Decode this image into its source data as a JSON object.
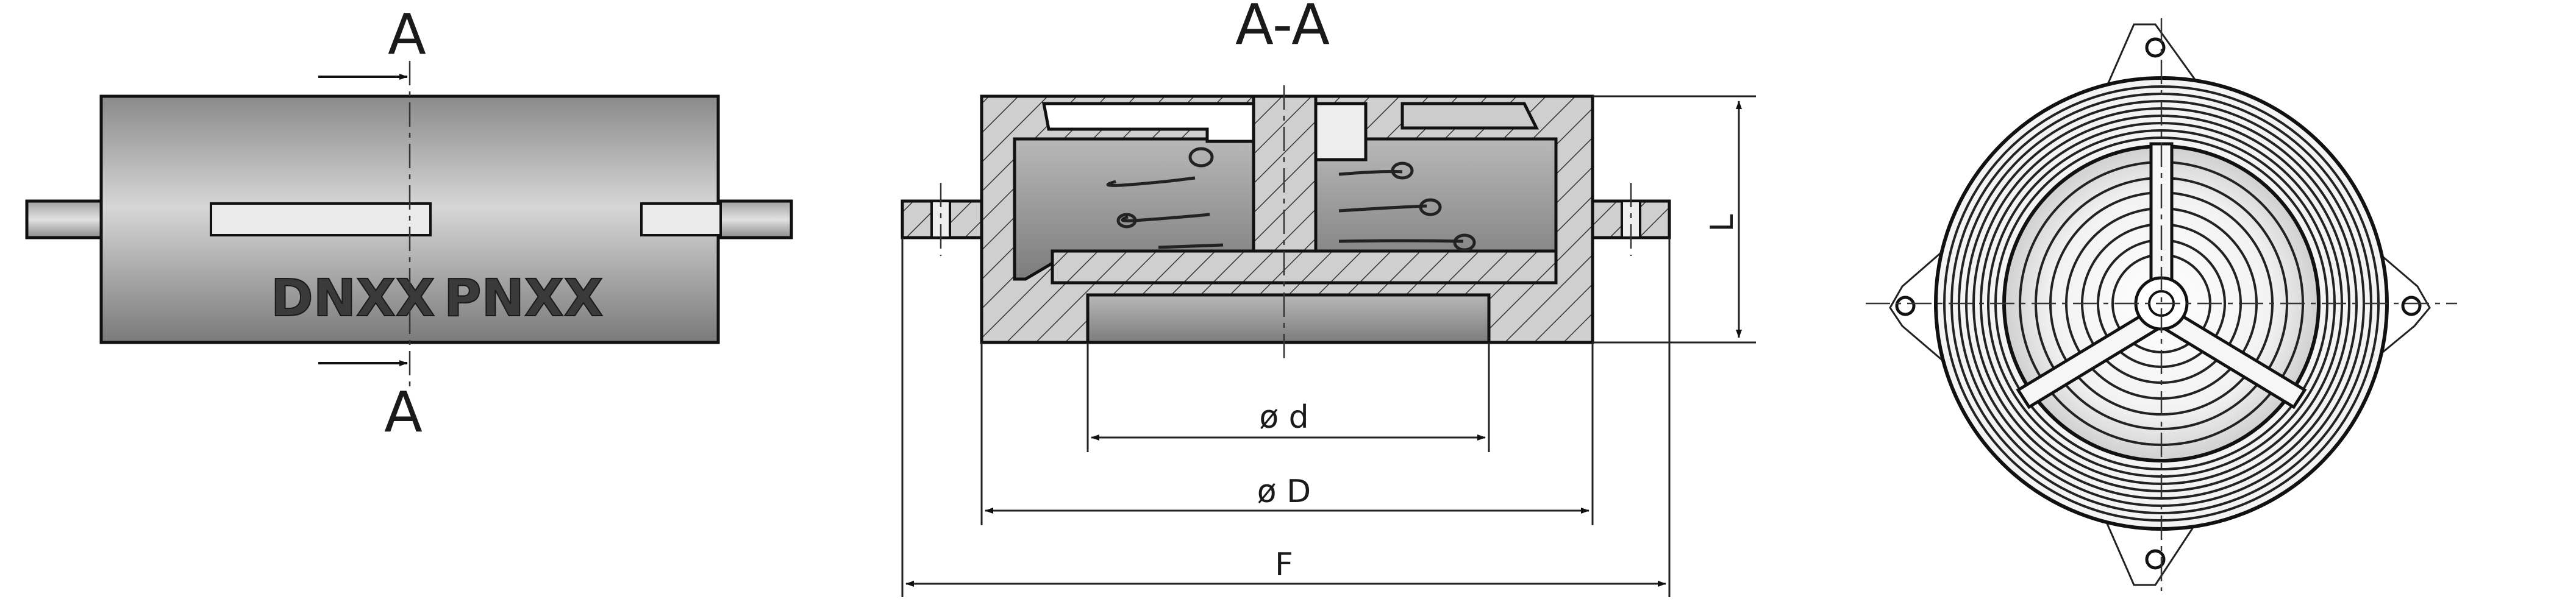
{
  "side_view": {
    "section_marker_top": "A",
    "section_marker_bottom": "A",
    "marking_dn": "DNXX",
    "marking_pn": "PNXX"
  },
  "section_view": {
    "title": "A-A",
    "dim_small_diameter": "ø d",
    "dim_outer_diameter": "ø D",
    "dim_overall_width": "F",
    "dim_length": "L"
  },
  "colors": {
    "body_light": "#c9c9c9",
    "body_dark": "#6e6e6e",
    "line": "#111111"
  }
}
